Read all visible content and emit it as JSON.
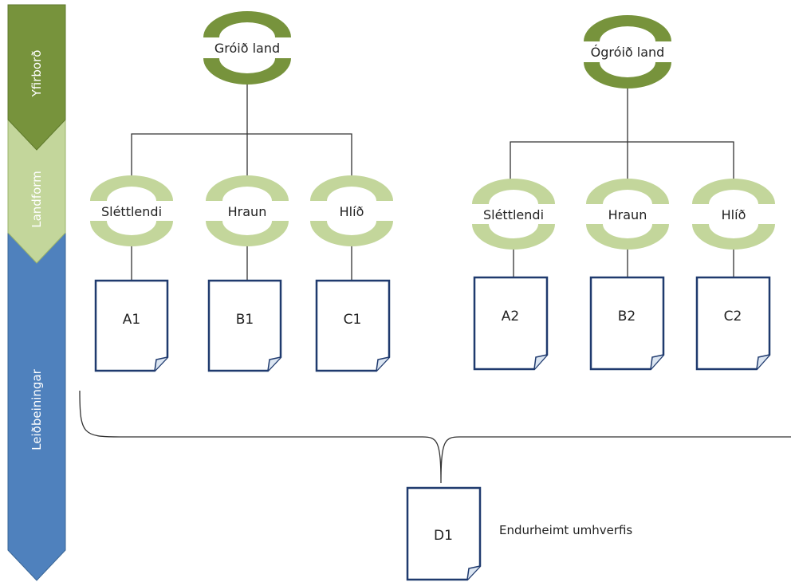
{
  "bands": {
    "surface": "Yfirborð",
    "landform": "Landform",
    "guidelines": "Leiðbeiningar"
  },
  "left_group": {
    "root": "Gróið land",
    "children": [
      "Sléttlendi",
      "Hraun",
      "Hlíð"
    ],
    "docs": [
      "A1",
      "B1",
      "C1"
    ]
  },
  "right_group": {
    "root": "Ógróið land",
    "children": [
      "Sléttlendi",
      "Hraun",
      "Hlíð"
    ],
    "docs": [
      "A2",
      "B2",
      "C2"
    ]
  },
  "final": {
    "doc": "D1",
    "note": "Endurheimt umhverfis"
  },
  "colors": {
    "dark_green": "#77933c",
    "light_green": "#c3d69b",
    "blue": "#4f81bd",
    "doc_border": "#1f3a6e",
    "line": "#333333"
  }
}
